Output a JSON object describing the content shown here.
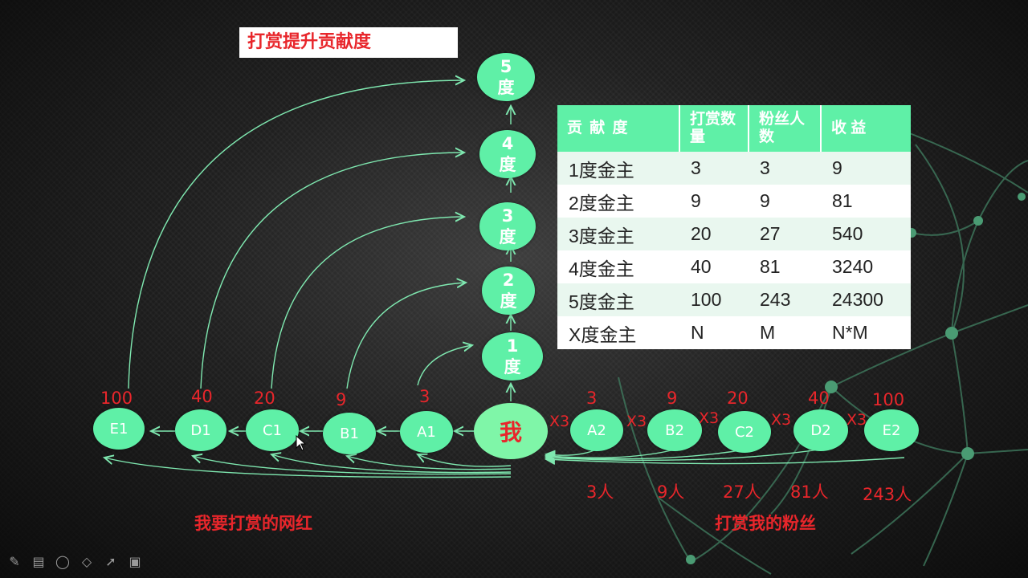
{
  "title": "打赏提升贡献度",
  "degrees": [
    {
      "num": "1",
      "label": "度"
    },
    {
      "num": "2",
      "label": "度"
    },
    {
      "num": "3",
      "label": "度"
    },
    {
      "num": "4",
      "label": "度"
    },
    {
      "num": "5",
      "label": "度"
    }
  ],
  "center": "我",
  "left_nodes": [
    {
      "label": "E1",
      "value": "100"
    },
    {
      "label": "D1",
      "value": "40"
    },
    {
      "label": "C1",
      "value": "20"
    },
    {
      "label": "B1",
      "value": "9"
    },
    {
      "label": "A1",
      "value": "3"
    }
  ],
  "right_nodes": [
    {
      "label": "A2",
      "value": "3",
      "count": "3人"
    },
    {
      "label": "B2",
      "value": "9",
      "count": "9人"
    },
    {
      "label": "C2",
      "value": "20",
      "count": "27人"
    },
    {
      "label": "D2",
      "value": "40",
      "count": "81人"
    },
    {
      "label": "E2",
      "value": "100",
      "count": "243人"
    }
  ],
  "multiplier": "X3",
  "table": {
    "headers": [
      "贡 献 度",
      "打赏数量",
      "粉丝人数",
      "收 益"
    ],
    "rows": [
      [
        "1度金主",
        "3",
        "3",
        "9"
      ],
      [
        "2度金主",
        "9",
        "9",
        "81"
      ],
      [
        "3度金主",
        "20",
        "27",
        "540"
      ],
      [
        "4度金主",
        "40",
        "81",
        "3240"
      ],
      [
        "5度金主",
        "100",
        "243",
        "24300"
      ],
      [
        "X度金主",
        "N",
        "M",
        "N*M"
      ]
    ]
  },
  "caption_left": "我要打赏的网红",
  "caption_right": "打赏我的粉丝",
  "toolbar_icons": [
    "pen-icon",
    "slides-icon",
    "lasso-icon",
    "eraser-icon",
    "pointer-icon",
    "camera-icon"
  ],
  "colors": {
    "node": "#5ff0a7",
    "arrow": "#7fe8b0",
    "red": "#e8262b"
  }
}
